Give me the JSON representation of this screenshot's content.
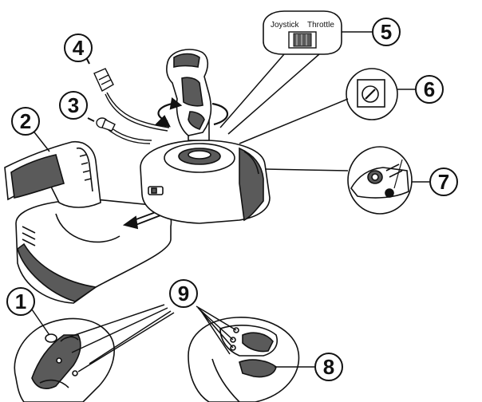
{
  "callouts": {
    "c1": "1",
    "c2": "2",
    "c3": "3",
    "c4": "4",
    "c5": "5",
    "c6": "6",
    "c7": "7",
    "c8": "8",
    "c9": "9"
  },
  "switch_labels": {
    "left": "Joystick",
    "right": "Throttle"
  },
  "colors": {
    "ink": "#111111",
    "shade": "#5a5a5a",
    "light": "#d8d8d8",
    "background": "#ffffff"
  }
}
